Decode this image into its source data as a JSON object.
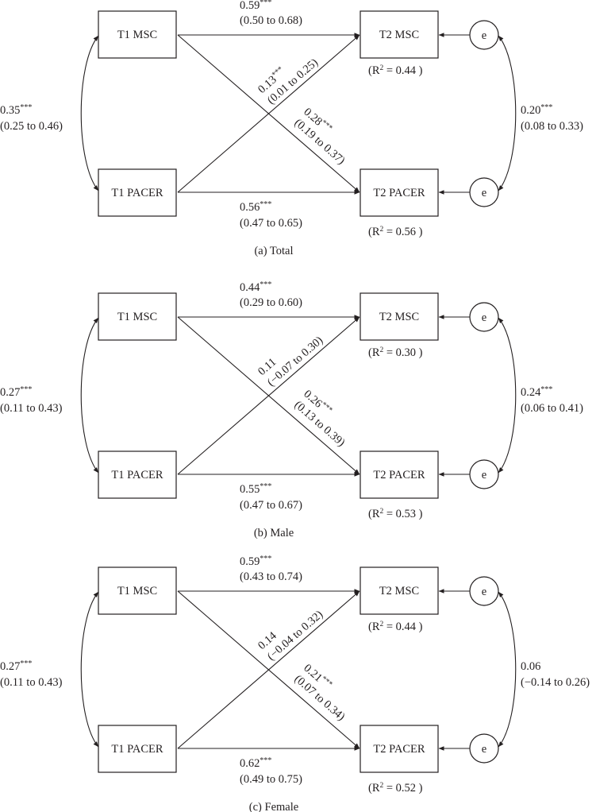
{
  "panels": [
    {
      "caption": "(a) Total",
      "nodes": {
        "t1_msc": "T1 MSC",
        "t2_msc": "T2 MSC",
        "t1_pacer": "T1 PACER",
        "t2_pacer": "T2 PACER",
        "error": "e"
      },
      "r2_msc": {
        "prefix": "(R",
        "sup": "2",
        "suffix": " = 0.44 )"
      },
      "r2_pacer": {
        "prefix": "(R",
        "sup": "2",
        "suffix": " = 0.56 )"
      },
      "paths": {
        "msc_msc": {
          "est": "0.59",
          "sig": "***",
          "ci": "(0.50 to 0.68)"
        },
        "pacer_msc": {
          "est": "0.13",
          "sig": "***",
          "ci": "(0.01 to 0.25)"
        },
        "msc_pacer": {
          "est": "0.28",
          "sig": "***",
          "ci": "(0.19 to 0.37)"
        },
        "pacer_pacer": {
          "est": "0.56",
          "sig": "***",
          "ci": "(0.47 to 0.65)"
        }
      },
      "cov_left": {
        "est": "0.35",
        "sig": "***",
        "ci": "(0.25 to 0.46)"
      },
      "cov_right": {
        "est": "0.20",
        "sig": "***",
        "ci": "(0.08 to 0.33)"
      }
    },
    {
      "caption": "(b) Male",
      "nodes": {
        "t1_msc": "T1 MSC",
        "t2_msc": "T2 MSC",
        "t1_pacer": "T1 PACER",
        "t2_pacer": "T2 PACER",
        "error": "e"
      },
      "r2_msc": {
        "prefix": "(R",
        "sup": "2",
        "suffix": " = 0.30 )"
      },
      "r2_pacer": {
        "prefix": "(R",
        "sup": "2",
        "suffix": " = 0.53 )"
      },
      "paths": {
        "msc_msc": {
          "est": "0.44",
          "sig": "***",
          "ci": "(0.29 to 0.60)"
        },
        "pacer_msc": {
          "est": "0.11",
          "sig": "",
          "ci": "(−0.07 to 0.30)"
        },
        "msc_pacer": {
          "est": "0.26",
          "sig": "***",
          "ci": "(0.13 to 0.39)"
        },
        "pacer_pacer": {
          "est": "0.55",
          "sig": "***",
          "ci": "(0.47 to 0.67)"
        }
      },
      "cov_left": {
        "est": "0.27",
        "sig": "***",
        "ci": "(0.11 to 0.43)"
      },
      "cov_right": {
        "est": "0.24",
        "sig": "***",
        "ci": "(0.06 to 0.41)"
      }
    },
    {
      "caption": "(c) Female",
      "nodes": {
        "t1_msc": "T1 MSC",
        "t2_msc": "T2 MSC",
        "t1_pacer": "T1 PACER",
        "t2_pacer": "T2 PACER",
        "error": "e"
      },
      "r2_msc": {
        "prefix": "(R",
        "sup": "2",
        "suffix": " = 0.44 )"
      },
      "r2_pacer": {
        "prefix": "(R",
        "sup": "2",
        "suffix": " = 0.52 )"
      },
      "paths": {
        "msc_msc": {
          "est": "0.59",
          "sig": "***",
          "ci": "(0.43 to 0.74)"
        },
        "pacer_msc": {
          "est": "0.14",
          "sig": "",
          "ci": "(−0.04 to 0.32)"
        },
        "msc_pacer": {
          "est": "0.21",
          "sig": "***",
          "ci": "(0.07 to 0.34)"
        },
        "pacer_pacer": {
          "est": "0.62",
          "sig": "***",
          "ci": "(0.49 to 0.75)"
        }
      },
      "cov_left": {
        "est": "0.27",
        "sig": "***",
        "ci": "(0.11 to 0.43)"
      },
      "cov_right": {
        "est": "0.06",
        "sig": "",
        "ci": "(−0.14 to 0.26)"
      }
    }
  ]
}
